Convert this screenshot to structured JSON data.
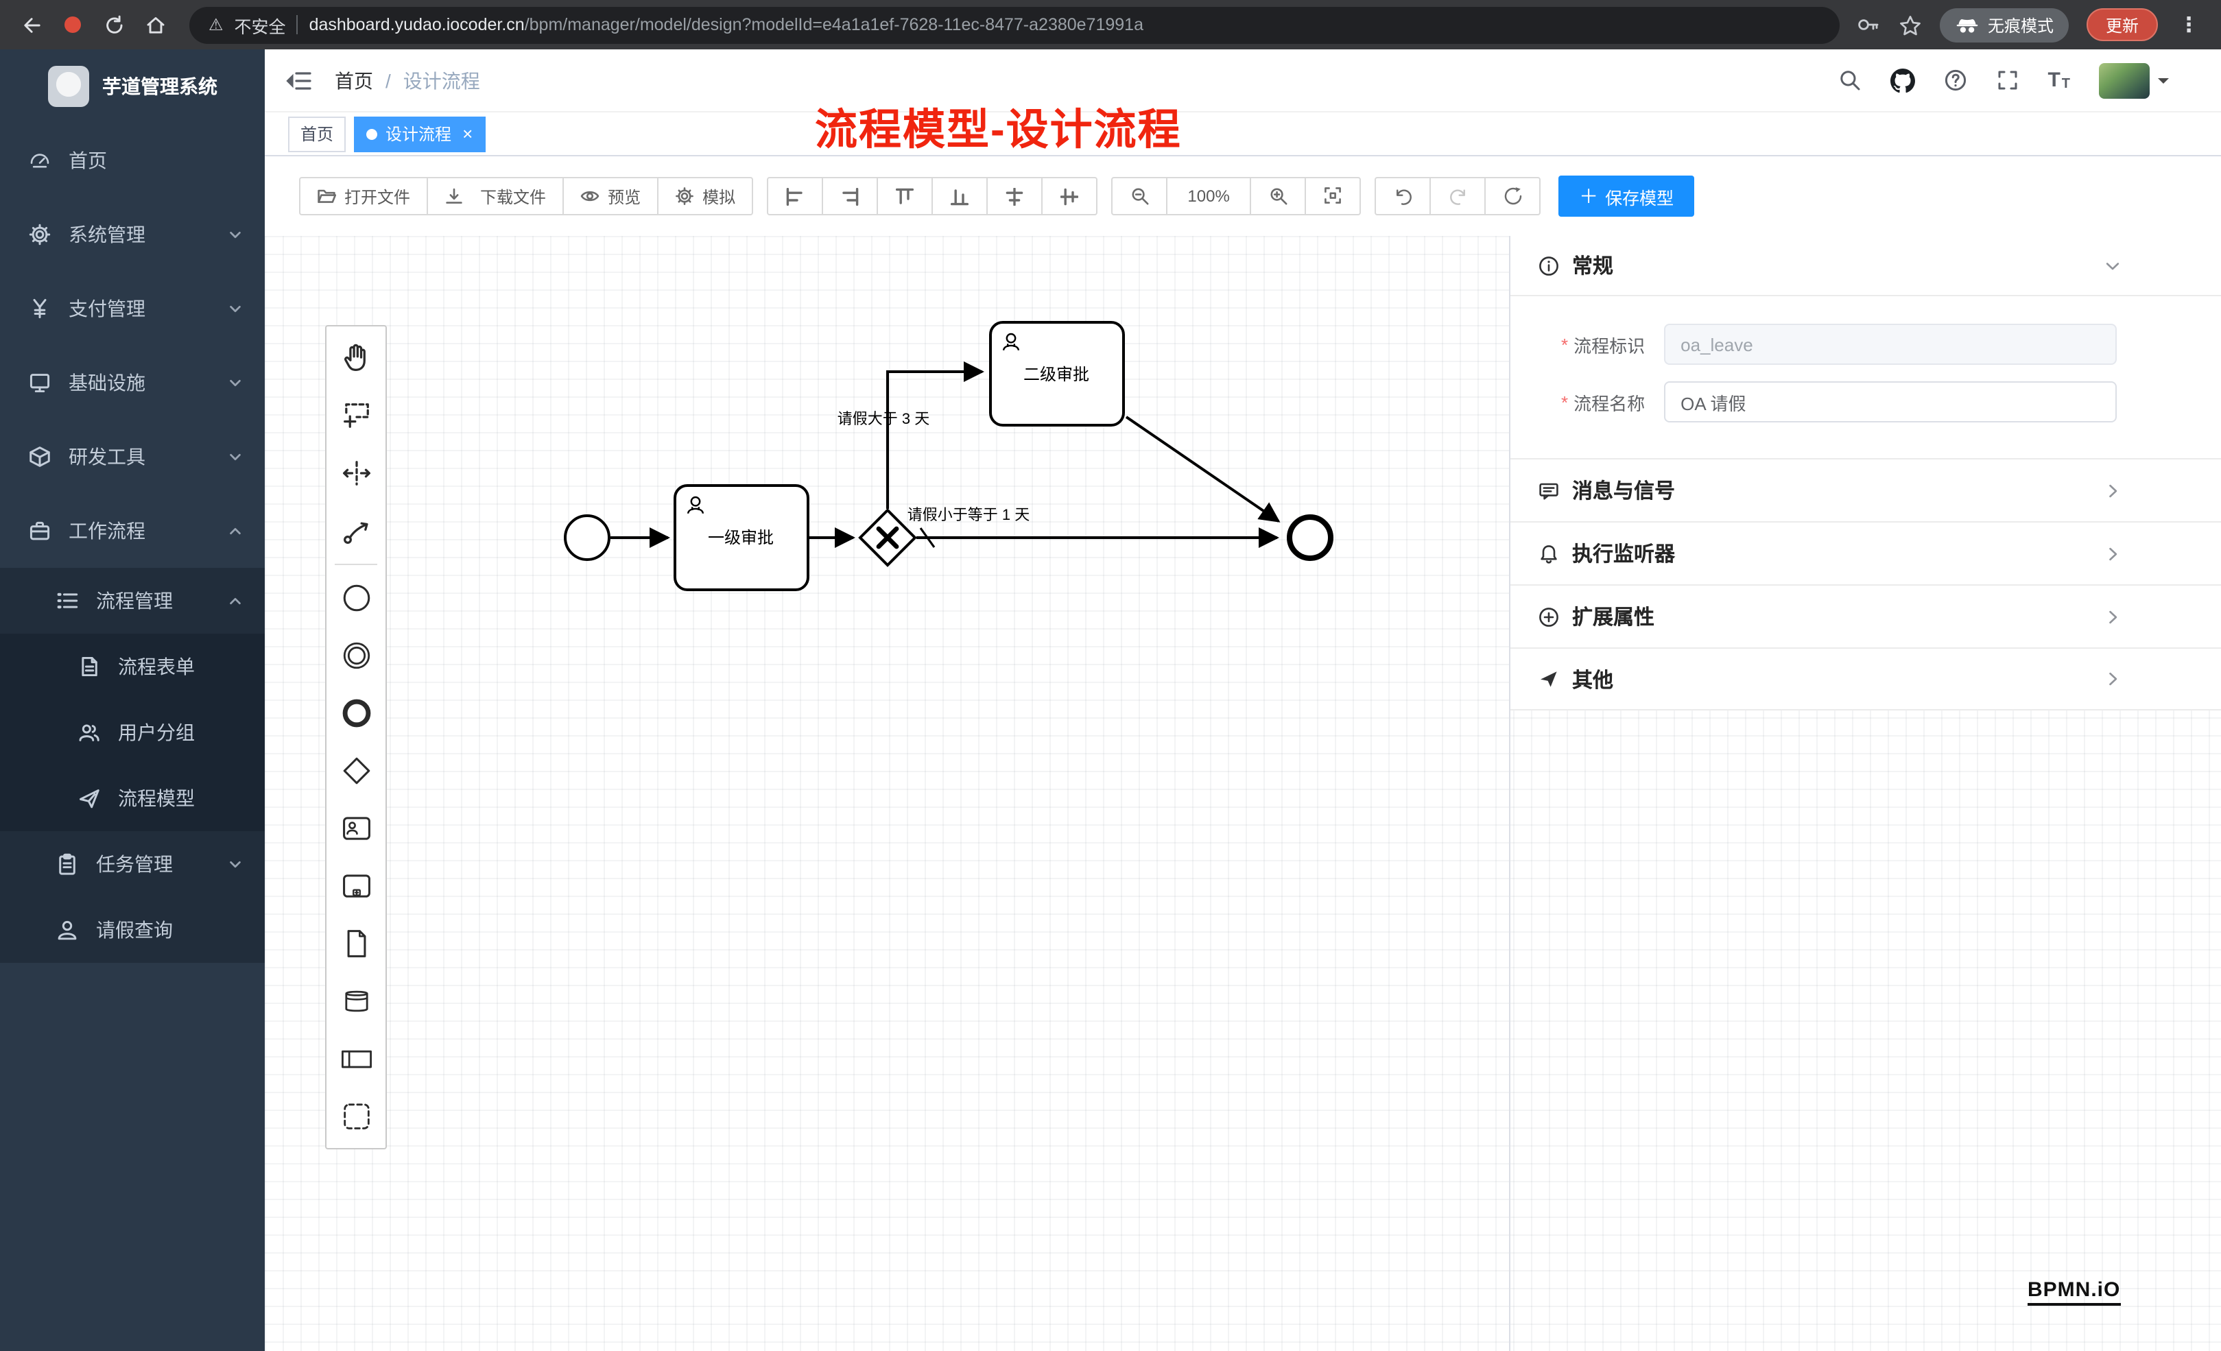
{
  "colors": {
    "accent": "#409EFF",
    "save_button": "#1890ff",
    "annotation": "#f0250f",
    "update_button": "#cb4b3e",
    "sidebar_bg": "#2b3949"
  },
  "browser": {
    "security": "不安全",
    "url_domain": "dashboard.yudao.iocoder.cn",
    "url_path": "/bpm/manager/model/design?modelId=e4a1a1ef-7628-11ec-8477-a2380e71991a",
    "incognito": "无痕模式",
    "update": "更新"
  },
  "sidebar": {
    "app_title": "芋道管理系统",
    "items": [
      {
        "label": "首页"
      },
      {
        "label": "系统管理"
      },
      {
        "label": "支付管理"
      },
      {
        "label": "基础设施"
      },
      {
        "label": "研发工具"
      },
      {
        "label": "工作流程"
      },
      {
        "label": "流程管理"
      },
      {
        "label": "流程表单"
      },
      {
        "label": "用户分组"
      },
      {
        "label": "流程模型"
      },
      {
        "label": "任务管理"
      },
      {
        "label": "请假查询"
      }
    ]
  },
  "navbar": {
    "breadcrumb_home": "首页",
    "breadcrumb_sep": "/",
    "breadcrumb_current": "设计流程"
  },
  "annotation": {
    "text": "流程模型-设计流程"
  },
  "tags": {
    "home": "首页",
    "active": "设计流程",
    "close": "×"
  },
  "toolbar": {
    "open": "打开文件",
    "download": "下载文件",
    "preview": "预览",
    "simulate": "模拟",
    "zoom": "100%",
    "save_plus": "＋",
    "save": "保存模型"
  },
  "palette": {
    "tools": [
      "hand",
      "lasso",
      "space",
      "global-connect",
      "start-event",
      "intermediate-event",
      "end-event",
      "gateway",
      "user-task",
      "subprocess",
      "data-object",
      "data-store",
      "participant",
      "group"
    ]
  },
  "diagram": {
    "task1": "一级审批",
    "task2": "二级审批",
    "flow_gt": "请假大于 3 天",
    "flow_le": "请假小于等于 1 天"
  },
  "properties": {
    "general_title": "常规",
    "required": "*",
    "key_label": "流程标识",
    "key_value": "oa_leave",
    "name_label": "流程名称",
    "name_value": "OA 请假",
    "sections": [
      {
        "title": "消息与信号"
      },
      {
        "title": "执行监听器"
      },
      {
        "title": "扩展属性"
      },
      {
        "title": "其他"
      }
    ]
  },
  "footer": {
    "logo": "BPMN.iO"
  },
  "icons": {
    "warning-icon": "⚠",
    "incognito-icon": "spy-hat-glasses",
    "search-icon": "magnifier",
    "github-icon": "octocat",
    "help-icon": "question-circle",
    "fullscreen-icon": "corner-brackets",
    "font-size-icon": "TT",
    "record-icon": "red-dot",
    "back-icon": "arrow-left",
    "reload-icon": "circular-arrow",
    "home-icon": "house"
  }
}
